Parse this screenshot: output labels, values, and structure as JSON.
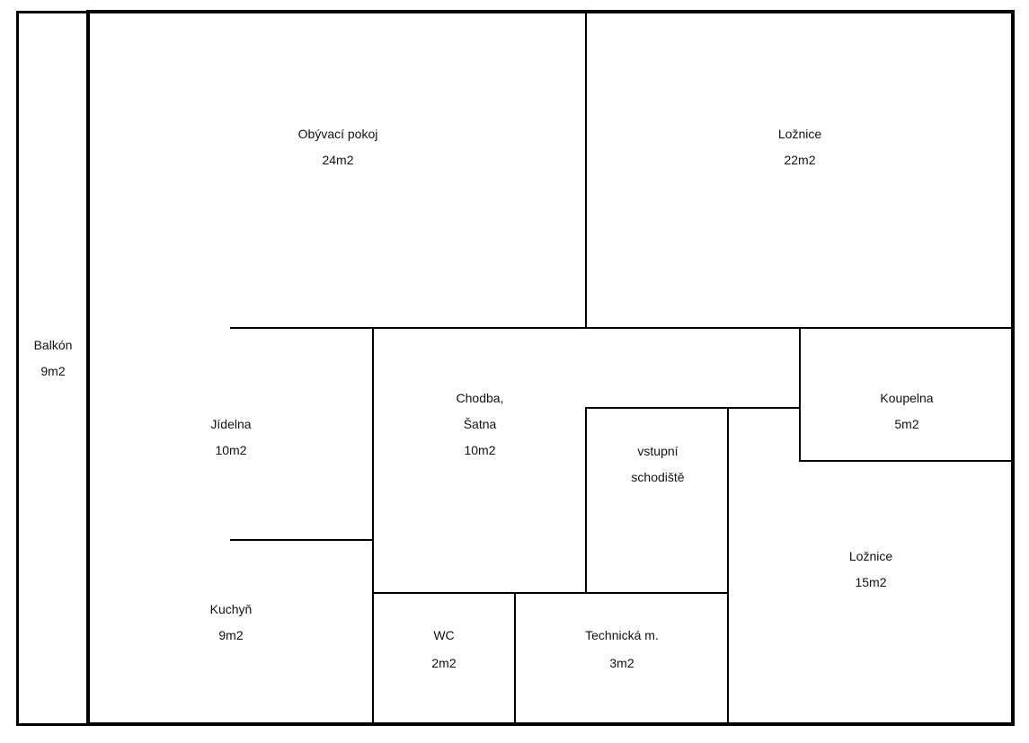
{
  "floorplan": {
    "rooms": [
      {
        "name": "Balkón",
        "area": "9m2"
      },
      {
        "name": "Obývací pokoj",
        "area": "24m2"
      },
      {
        "name": "Ložnice",
        "area": "22m2"
      },
      {
        "name": "Jídelna",
        "area": "10m2"
      },
      {
        "name_line1": "Chodba,",
        "name_line2": "Šatna",
        "area": "10m2"
      },
      {
        "name_line1": "vstupní",
        "name_line2": "schodiště"
      },
      {
        "name": "Koupelna",
        "area": "5m2"
      },
      {
        "name": "Ložnice",
        "area": "15m2"
      },
      {
        "name": "Kuchyň",
        "area": "9m2"
      },
      {
        "name": "WC",
        "area": "2m2"
      },
      {
        "name": "Technická m.",
        "area": "3m2"
      }
    ],
    "colors": {
      "wall": "#000000",
      "background": "#ffffff"
    }
  }
}
